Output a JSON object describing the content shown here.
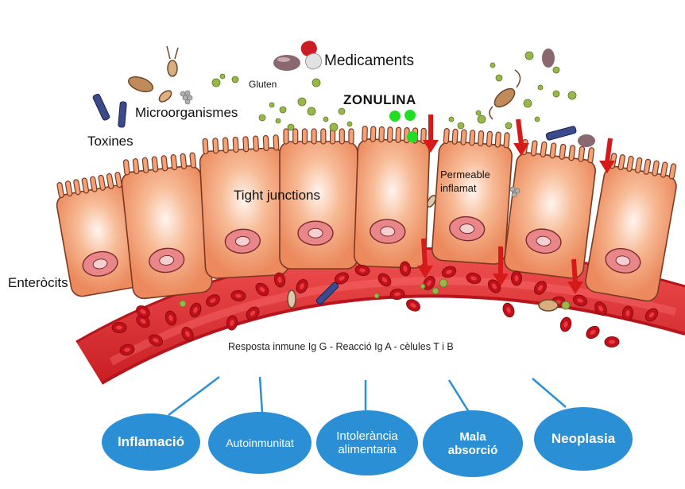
{
  "labels": {
    "medicaments": "Medicaments",
    "gluten": "Gluten",
    "microorganismes": "Microorganismes",
    "toxines": "Toxines",
    "zonulina": "ZONULINA",
    "tight_junctions": "Tight junctions",
    "permeable": "Permeable",
    "inflamat": "inflamat",
    "enterocits": "Enteròcits",
    "resposta": "Resposta inmune Ig G - Reacció Ig A - cèlules T i B"
  },
  "outcomes": [
    {
      "lines": [
        "Inflamació"
      ]
    },
    {
      "lines": [
        "Autoinmunitat"
      ]
    },
    {
      "lines": [
        "Intolerància",
        "alimentaria"
      ]
    },
    {
      "lines": [
        "Mala",
        "absorció"
      ]
    },
    {
      "lines": [
        "Neoplasia"
      ]
    }
  ],
  "colors": {
    "cell_fill": "#f3a278",
    "cell_stroke": "#7a3a22",
    "nucleus": "#d9565a",
    "vessel": "#e33a3a",
    "vessel_dark": "#b8141c",
    "rbc": "#c0101a",
    "arrow": "#d61a1a",
    "zonulin": "#22dd22",
    "gluten": "#9ab64a",
    "oval": "#2b8fd6",
    "connector": "#2b8fd6"
  },
  "icons": [
    "capsule-icon",
    "pill-icon",
    "bacterium-icon",
    "toxin-molecule-icon",
    "gluten-particle-icon",
    "zonulin-icon",
    "red-arrow-icon",
    "red-blood-cell-icon"
  ]
}
